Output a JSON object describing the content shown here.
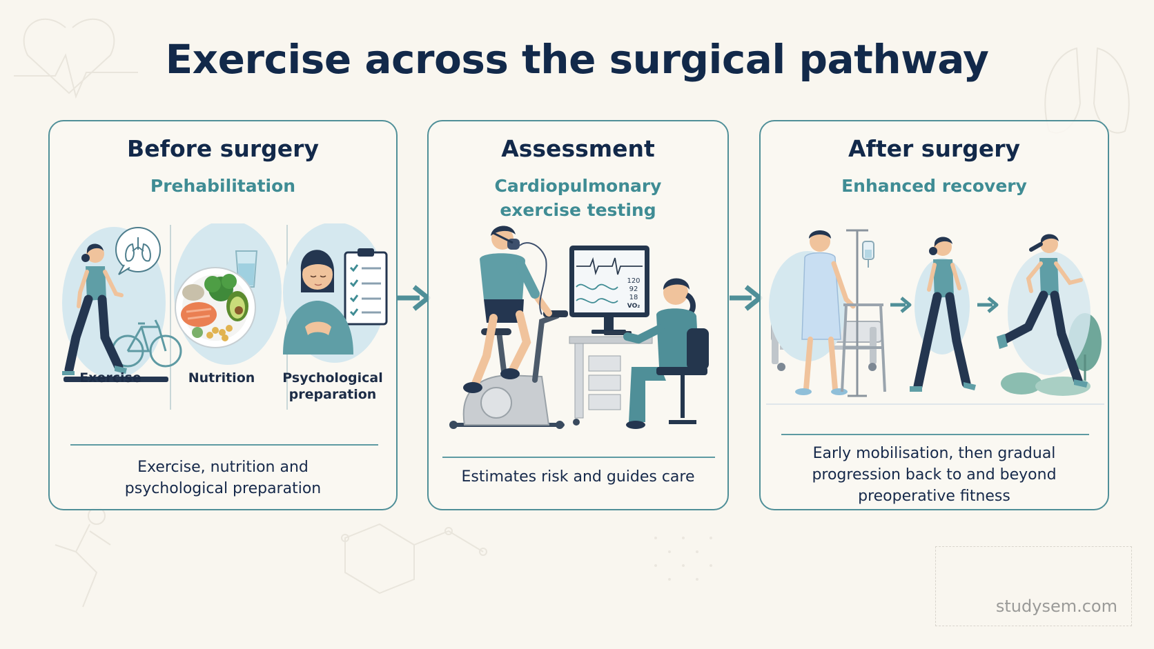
{
  "title": "Exercise across the surgical pathway",
  "panels": {
    "before": {
      "title": "Before surgery",
      "subtitle": "Prehabilitation",
      "items": [
        "Exercise",
        "Nutrition",
        "Psychological",
        "preparation"
      ],
      "caption_lines": [
        "Exercise, nutrition and",
        "psychological preparation"
      ]
    },
    "assessment": {
      "title": "Assessment",
      "subtitle_lines": [
        "Cardiopulmonary",
        "exercise testing"
      ],
      "monitor_values": [
        "120",
        "92",
        "18",
        "VO₂"
      ],
      "caption": "Estimates risk and guides care"
    },
    "after": {
      "title": "After surgery",
      "subtitle": "Enhanced recovery",
      "caption_lines": [
        "Early mobilisation, then gradual",
        "progression back to and beyond",
        "preoperative fitness"
      ]
    }
  },
  "watermark": "studysem.com",
  "colors": {
    "navy": "#12294a",
    "teal": "#3f8c94",
    "border": "#4f8f98",
    "light_blue": "#d5e8ef",
    "background": "#f9f6ef"
  },
  "icons": [
    "lungs-icon",
    "checklist-icon",
    "arrow-right-icon",
    "iv-stand-icon",
    "bicycle-icon",
    "tree-icon"
  ]
}
